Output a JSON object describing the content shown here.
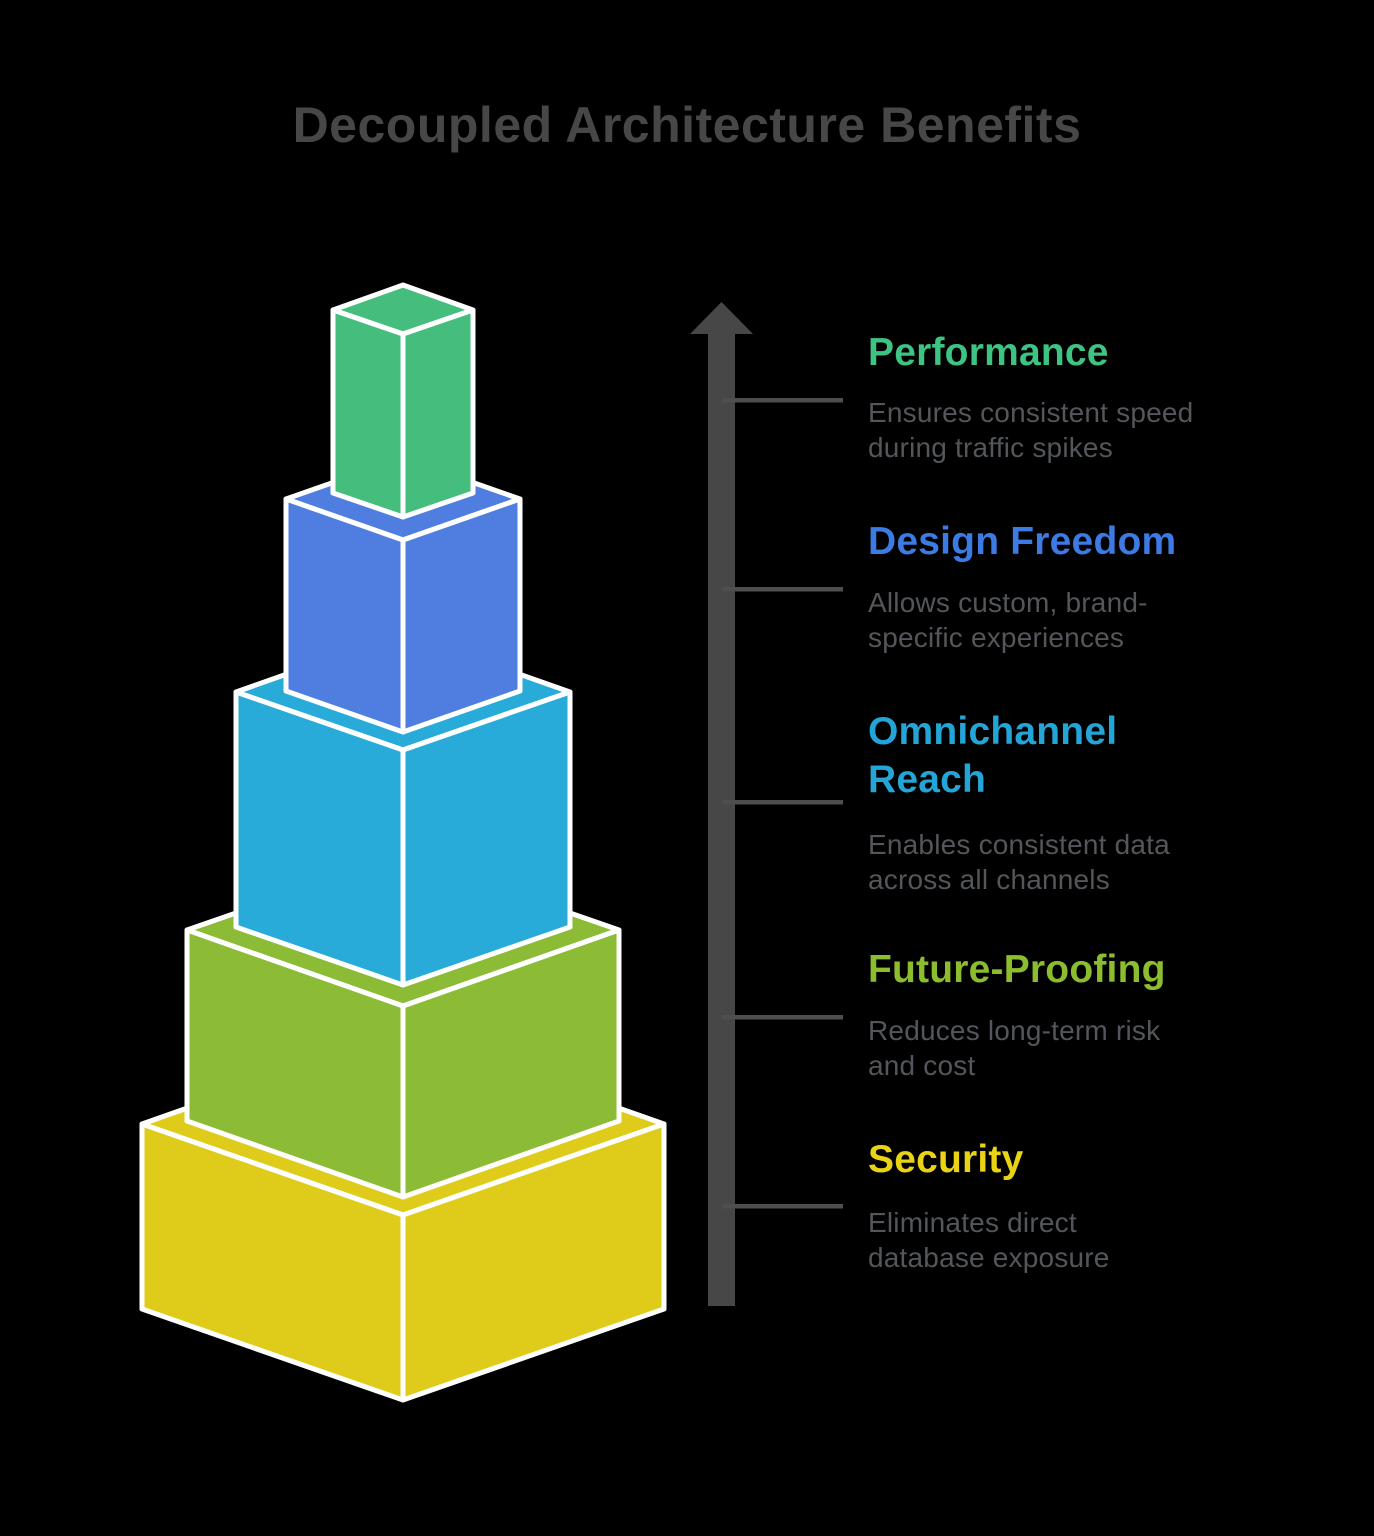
{
  "title": "Decoupled Architecture Benefits",
  "colors": {
    "background": "#000000",
    "title": "#474747",
    "description": "#53565a",
    "arrow": "#474747",
    "tick": "#4e4e4e",
    "box_edge": "#ffffff"
  },
  "arrow": {
    "direction": "up"
  },
  "sections": [
    {
      "label": "Performance",
      "heading_color": "#3ec482",
      "box_color": "#45bd7c",
      "description": "Ensures consistent speed\nduring traffic spikes"
    },
    {
      "label": "Design Freedom",
      "heading_color": "#3c7ae4",
      "box_color": "#4f7ee0",
      "description": "Allows custom, brand-\nspecific experiences"
    },
    {
      "label": "Omnichannel\nReach",
      "heading_color": "#24a5d8",
      "box_color": "#29abd9",
      "description": "Enables consistent data\nacross all channels"
    },
    {
      "label": "Future-Proofing",
      "heading_color": "#8cbd2f",
      "box_color": "#8cbb35",
      "description": "Reduces long-term risk\nand cost"
    },
    {
      "label": "Security",
      "heading_color": "#e8d414",
      "box_color": "#dfcb19",
      "description": "Eliminates direct\ndatabase exposure"
    }
  ]
}
